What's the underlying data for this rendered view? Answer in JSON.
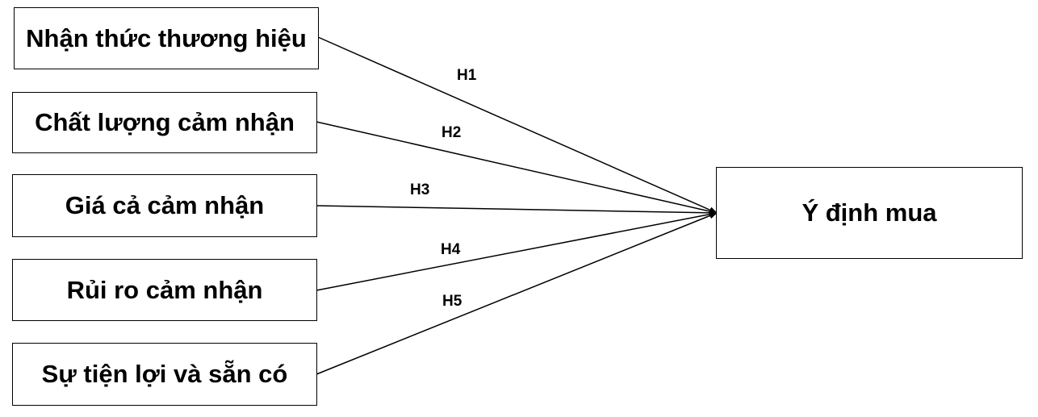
{
  "factors": [
    {
      "label": "Nhận thức thương hiệu"
    },
    {
      "label": "Chất lượng cảm nhận"
    },
    {
      "label": "Giá cả cảm nhận"
    },
    {
      "label": "Rủi ro cảm nhận"
    },
    {
      "label": "Sự tiện lợi và sẵn có"
    }
  ],
  "outcome": {
    "label": "Ý định mua"
  },
  "hypotheses": [
    "H1",
    "H2",
    "H3",
    "H4",
    "H5"
  ],
  "colors": {
    "stroke": "#000000",
    "text": "#000000",
    "background": "#ffffff"
  }
}
